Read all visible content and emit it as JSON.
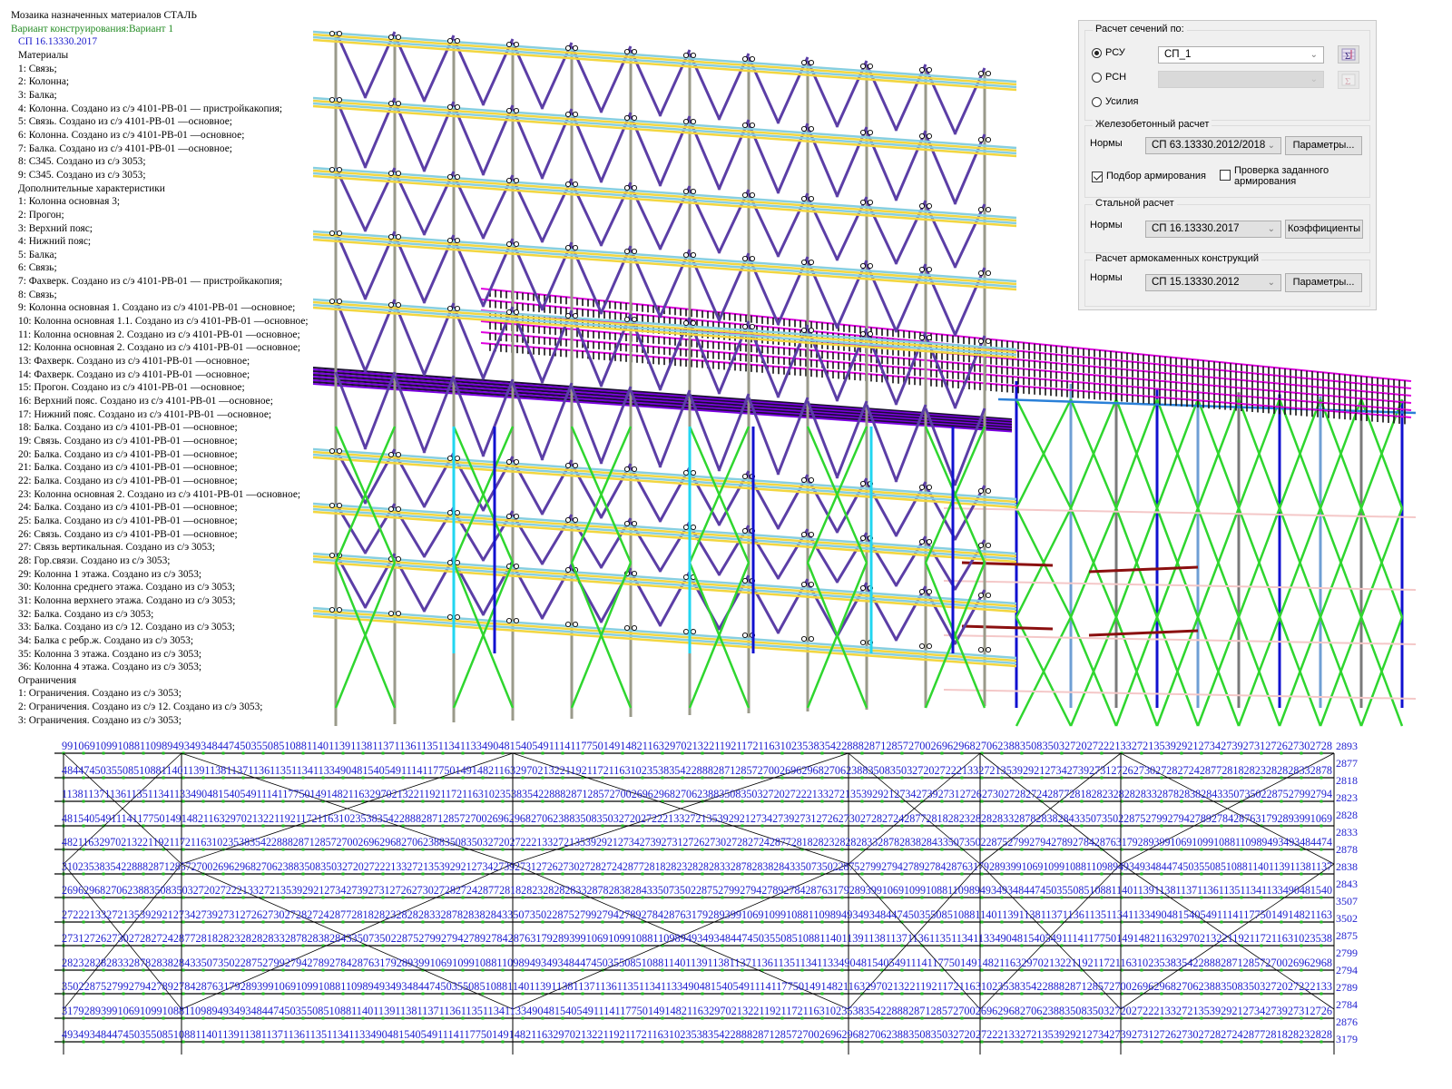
{
  "legend": {
    "title": "Мозаика назначенных материалов СТАЛЬ",
    "variant": "Вариант конструирования:Вариант 1",
    "norm": "СП 16.13330.2017",
    "sections": [
      {
        "heading": "Материалы",
        "items": [
          "1: Связь;",
          "2: Колонна;",
          "3: Балка;",
          "4: Колонна. Создано из с/э 4101-РВ-01 — пристройкакопия;",
          "5: Связь. Создано из с/э 4101-РВ-01 —основное;",
          "6: Колонна. Создано из с/э 4101-РВ-01 —основное;",
          "7: Балка. Создано из с/э 4101-РВ-01 —основное;",
          "8: С345. Создано из с/э 3053;",
          "9: С345. Создано из с/э 3053;"
        ]
      },
      {
        "heading": "Дополнительные характеристики",
        "items": [
          "1: Колонна основная 3;",
          "2: Прогон;",
          "3: Верхний пояс;",
          "4: Нижний пояс;",
          "5: Балка;",
          "6: Связь;",
          "7: Фахверк. Создано из с/э 4101-РВ-01 — пристройкакопия;",
          "8: Связь;",
          "9: Колонна основная 1. Создано из с/э 4101-РВ-01 —основное;",
          "10: Колонна основная 1.1. Создано из с/э 4101-РВ-01 —основное;",
          "11: Колонна основная 2. Создано из с/э 4101-РВ-01 —основное;",
          "12: Колонна основная 2. Создано из с/э 4101-РВ-01 —основное;",
          "13: Фахверк. Создано из с/э 4101-РВ-01 —основное;",
          "14: Фахверк. Создано из с/э 4101-РВ-01 —основное;",
          "15: Прогон. Создано из с/э 4101-РВ-01 —основное;",
          "16: Верхний пояс. Создано из с/э 4101-РВ-01 —основное;",
          "17: Нижний пояс. Создано из с/э 4101-РВ-01 —основное;",
          "18: Балка. Создано из с/э 4101-РВ-01 —основное;",
          "19: Связь. Создано из с/э 4101-РВ-01 —основное;",
          "20: Балка. Создано из с/э 4101-РВ-01 —основное;",
          "21: Балка. Создано из с/э 4101-РВ-01 —основное;",
          "22: Балка. Создано из с/э 4101-РВ-01 —основное;",
          "23: Колонна основная 2. Создано из с/э 4101-РВ-01 —основное;",
          "24: Балка. Создано из с/э 4101-РВ-01 —основное;",
          "25: Балка. Создано из с/э 4101-РВ-01 —основное;",
          "26: Связь. Создано из с/э 4101-РВ-01 —основное;",
          "27: Связь вертикальная. Создано из с/э 3053;",
          "28: Гор.связи. Создано из с/э 3053;",
          "29: Колонна 1 этажа. Создано из с/э 3053;",
          "30: Колонна среднего этажа. Создано из с/э 3053;",
          "31: Колонна верхнего этажа. Создано из с/э 3053;",
          "32: Балка. Создано из с/э 3053;",
          "33: Балка. Создано из с/э 12. Создано из с/э 3053;",
          "34: Балка с ребр.ж. Создано из с/э 3053;",
          "35: Колонна 3 этажа. Создано из с/э 3053;",
          "36: Колонна 4 этажа. Создано из с/э 3053;"
        ]
      },
      {
        "heading": "Ограничения",
        "items": [
          "1: Ограничения. Создано из с/э 3053;",
          "2: Ограничения. Создано из с/э 12. Создано из с/э 3053;",
          "3: Ограничения. Создано из с/э 3053;"
        ]
      }
    ]
  },
  "dialog": {
    "section_calc": {
      "title": "Расчет сечений по:",
      "options": [
        {
          "label": "РСУ",
          "selected": true,
          "combo_value": "СП_1",
          "combo_enabled": true
        },
        {
          "label": "РСН",
          "selected": false,
          "combo_value": "",
          "combo_enabled": false
        },
        {
          "label": "Усилия",
          "selected": false
        }
      ]
    },
    "rc_calc": {
      "title": "Железобетонный  расчет",
      "norms_label": "Нормы",
      "norms_value": "СП 63.13330.2012/2018",
      "params_button": "Параметры...",
      "checkbox_selection": {
        "label": "Подбор армирования",
        "checked": true
      },
      "checkbox_check": {
        "label_line1": "Проверка заданного",
        "label_line2": "армирования",
        "checked": false
      }
    },
    "steel_calc": {
      "title": "Стальной расчет",
      "norms_label": "Нормы",
      "norms_value": "СП 16.13330.2017",
      "coeff_button": "Коэффициенты"
    },
    "masonry_calc": {
      "title": "Расчет армокаменных конструкций",
      "norms_label": "Нормы",
      "norms_value": "СП 15.13330.2012",
      "params_button": "Параметры..."
    }
  },
  "model3d": {
    "colors": {
      "brace_purple": "#5b3ea6",
      "column_gray": "#9a9a8a",
      "floor_cyan": "#87cfe0",
      "floor_yellow": "#f2d640",
      "green_brace": "#2fd62f",
      "blue_column": "#1010d0",
      "light_blue_column": "#6f9fd4",
      "cyan_column": "#22d6f0",
      "magenta_truss": "#e000e0",
      "dark_red_beam": "#8b1010",
      "pink_beam": "#f4c8c8",
      "black_purlin": "#111111",
      "violet_slab": "#7a00e0",
      "steel_blue_chord": "#2a80d8"
    }
  },
  "plan": {
    "node_labels_visible": [
      "99",
      "1069",
      "1099",
      "10881",
      "10989",
      "493",
      "493",
      "484",
      "474",
      "503",
      "55085",
      "1088",
      "1140",
      "1139",
      "1138",
      "1137",
      "1136",
      "1135",
      "1134",
      "1133",
      "490",
      "481",
      "540",
      "549",
      "1114",
      "1177",
      "501",
      "491",
      "482",
      "1163",
      "2970",
      "2132",
      "2119",
      "2117",
      "2116",
      "3102",
      "3538",
      "3542",
      "2888",
      "2871",
      "2857",
      "2700",
      "2696",
      "2968",
      "2706",
      "2388",
      "3508",
      "3503",
      "2720",
      "2722",
      "2133",
      "2721",
      "3539",
      "2921",
      "2734",
      "2739",
      "2731",
      "2726",
      "2730",
      "2728",
      "2724",
      "2877",
      "2818",
      "2823",
      "2828",
      "2833",
      "2878",
      "2838",
      "2843",
      "3507",
      "3502",
      "2875",
      "2799",
      "2794",
      "2789",
      "2784",
      "2876",
      "3179",
      "2893"
    ],
    "right_edge_labels": [
      "2893",
      "2877",
      "2818",
      "2823",
      "2828",
      "2833",
      "2878",
      "2838",
      "2843",
      "3507",
      "3502",
      "2875",
      "2799",
      "2794",
      "2789",
      "2784",
      "2876",
      "3179"
    ],
    "colors": {
      "label_blue": "#2020d0",
      "grid_line": "#000000",
      "node_green": "#22c022"
    }
  }
}
